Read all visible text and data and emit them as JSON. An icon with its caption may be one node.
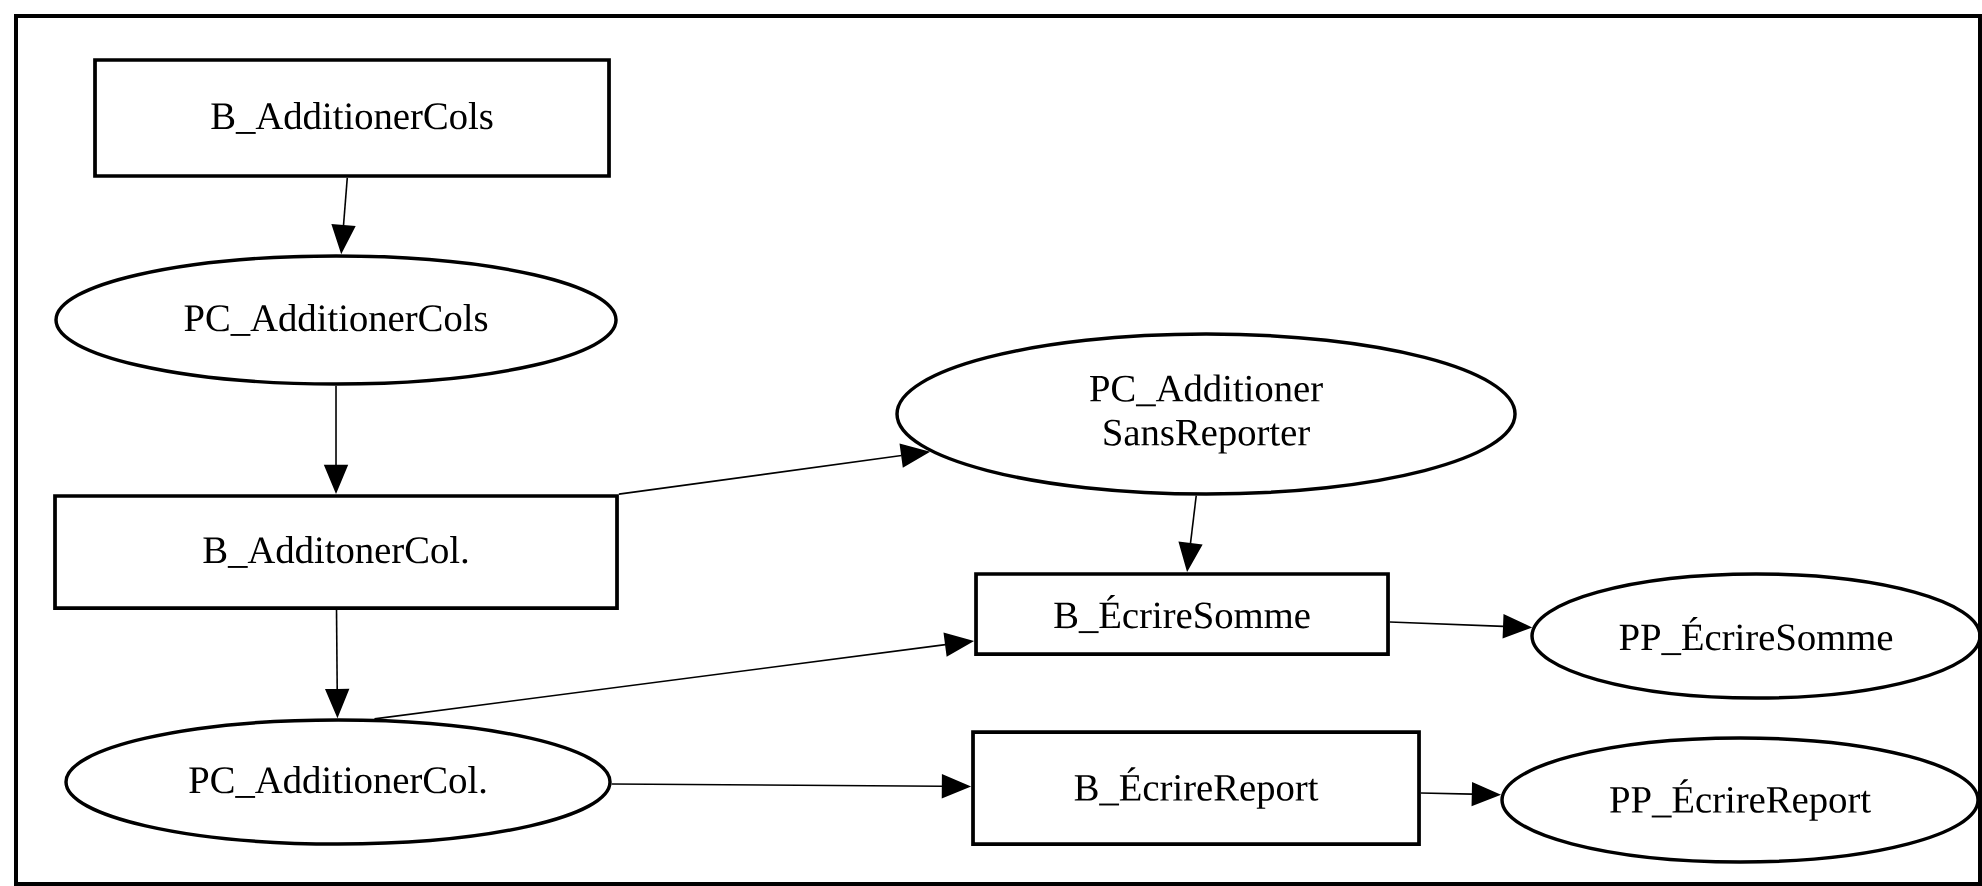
{
  "diagram": {
    "nodes": [
      {
        "text": [
          "B_AdditionerCols"
        ]
      },
      {
        "text": [
          "PC_AdditionerCols"
        ]
      },
      {
        "text": [
          "PC_Additioner SansReporter"
        ]
      },
      {
        "text": [
          "B_AdditonerCol."
        ]
      },
      {
        "text": [
          "B_ÉcrireSomme"
        ]
      },
      {
        "text": [
          "PP_ÉcrireSomme"
        ]
      },
      {
        "text": [
          "PC_AdditionerCol."
        ]
      },
      {
        "text": [
          "B_ÉcrireReport"
        ]
      },
      {
        "text": [
          "PP_ÉcrireReport"
        ]
      }
    ],
    "edges": [
      {
        "from": 0,
        "to": 1,
        "arrow": "to"
      },
      {
        "from": 1,
        "to": 3,
        "arrow": "to"
      },
      {
        "from": 3,
        "to": 2,
        "arrow": "to"
      },
      {
        "from": 2,
        "to": 4,
        "arrow": "to"
      },
      {
        "from": 4,
        "to": 5,
        "arrow": "to"
      },
      {
        "from": 3,
        "to": 6,
        "arrow": "to"
      },
      {
        "from": 6,
        "to": 4,
        "arrow": "to"
      },
      {
        "from": 6,
        "to": 7,
        "arrow": "to"
      },
      {
        "from": 7,
        "to": 8,
        "arrow": "to"
      }
    ]
  }
}
